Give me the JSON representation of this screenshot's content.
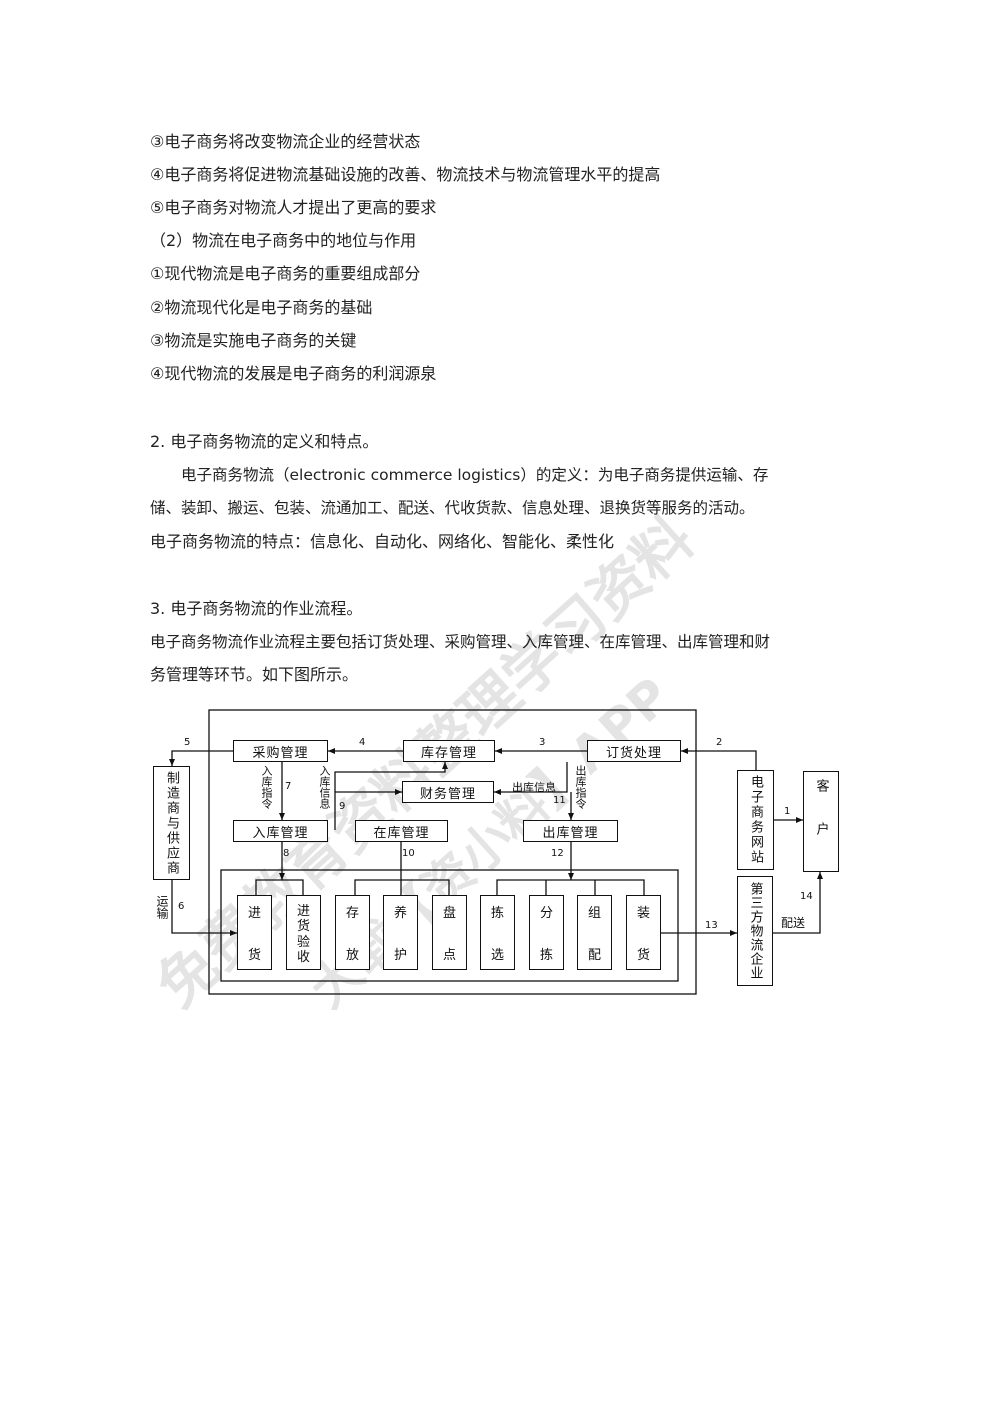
{
  "text_lines": [
    "③电子商务将改变物流企业的经营状态",
    "④电子商务将促进物流基础设施的改善、物流技术与物流管理水平的提高",
    "⑤电子商务对物流人才提出了更高的要求",
    "（2）物流在电子商务中的地位与作用",
    "①现代物流是电子商务的重要组成部分",
    "②物流现代化是电子商务的基础",
    "③物流是实施电子商务的关键",
    "④现代物流的发展是电子商务的利润源泉",
    "2. 电子商务物流的定义和特点。",
    "　　电子商务物流（electronic commerce logistics）的定义：为电子商务提供运输、存",
    "储、装卸、搬运、包装、流通加工、配送、代收货款、信息处理、退换货等服务的活动。",
    "电子商务物流的特点：信息化、自动化、网络化、智能化、柔性化",
    "3.  电子商务物流的作业流程。",
    "电子商务物流作业流程主要包括订货处理、采购管理、入库管理、在库管理、出库管理和财",
    "务管理等环节。如下图所示。"
  ],
  "diagram": {
    "procurement": "采购管理",
    "inventory": "库存管理",
    "order": "订货处理",
    "finance": "财务管理",
    "inbound": "入库管理",
    "instock": "在库管理",
    "outbound": "出库管理",
    "manufacturer": "制造商与供应商",
    "website": "电子商务网站",
    "customer": "客户",
    "third_party": "第三方物流企业",
    "tasks": [
      {
        "t1": "进",
        "t2": "货"
      },
      {
        "t1": "进货",
        "t2": "验收"
      },
      {
        "t1": "存",
        "t2": "放"
      },
      {
        "t1": "养",
        "t2": "护"
      },
      {
        "t1": "盘",
        "t2": "点"
      },
      {
        "t1": "拣",
        "t2": "选"
      },
      {
        "t1": "分",
        "t2": "拣"
      },
      {
        "t1": "组",
        "t2": "配"
      },
      {
        "t1": "装",
        "t2": "货"
      }
    ],
    "labels": {
      "n1": "1",
      "n2": "2",
      "n3": "3",
      "n4": "4",
      "n5": "5",
      "n6": "6",
      "n7": "7",
      "n8": "8",
      "n9": "9",
      "n10": "10",
      "n11": "11",
      "n12": "12",
      "n13": "13",
      "n14": "14",
      "inbound_order": "入库指令",
      "inbound_info": "入库信息",
      "outbound_info": "出库信息",
      "outbound_order": "出库指令",
      "transport": "运输",
      "delivery": "配送"
    }
  },
  "watermark": {
    "text1": "免费教育资料整理学习资料",
    "text2": "大载【资小料】APP"
  }
}
